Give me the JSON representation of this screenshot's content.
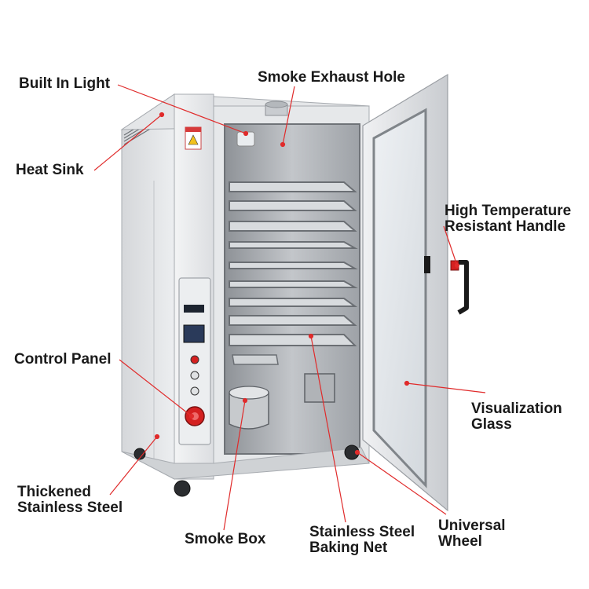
{
  "image": {
    "subject": "smoker-oven",
    "colors": {
      "steel_light": "#e9eaec",
      "steel_mid": "#cfd1d4",
      "steel_dark": "#9a9ea3",
      "interior": "#b9bcc0",
      "glass": "#dfe4e8",
      "pointer": "#e02b2b",
      "knob_red": "#d42020",
      "display": "#2a3a5a",
      "text": "#1a1a1a"
    }
  },
  "labels": {
    "built_in_light": [
      "Built In Light"
    ],
    "smoke_exhaust_hole": [
      "Smoke Exhaust Hole"
    ],
    "heat_sink": [
      "Heat Sink"
    ],
    "handle": [
      "High Temperature",
      "Resistant Handle"
    ],
    "control_panel": [
      "Control Panel"
    ],
    "visualization_glass": [
      "Visualization",
      "Glass"
    ],
    "thickened_steel": [
      "Thickened",
      "Stainless Steel"
    ],
    "smoke_box": [
      "Smoke Box"
    ],
    "baking_net": [
      "Stainless Steel",
      "Baking Net"
    ],
    "universal_wheel": [
      "Universal",
      "Wheel"
    ]
  }
}
